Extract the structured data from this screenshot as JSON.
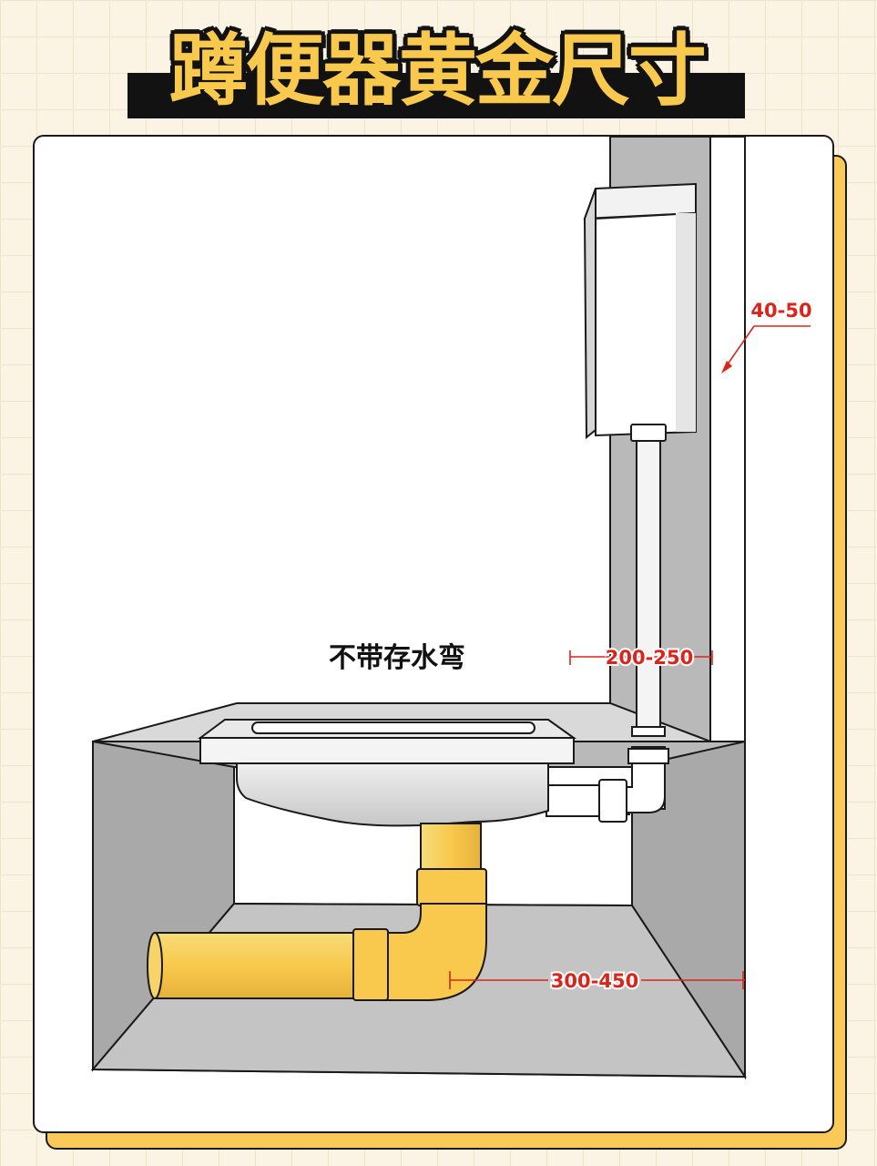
{
  "title": "蹲便器黄金尺寸",
  "caption": "不带存水弯",
  "dimensions": {
    "wall_gap": "40-50",
    "pipe_offset": "200-250",
    "drain_distance": "300-450"
  },
  "colors": {
    "title_fill": "#f8c94c",
    "title_outline": "#121212",
    "pipe_yellow": "#f8c94c",
    "dimension_red": "#d9251c",
    "wall_gray": "#b9b9b9",
    "card_shadow": "#f9ca57",
    "background": "#fbf4e4"
  }
}
